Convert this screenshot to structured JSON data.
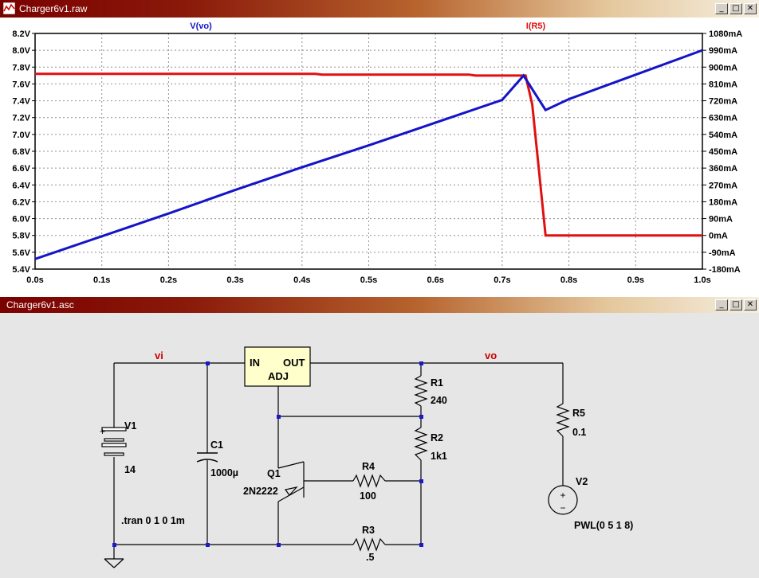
{
  "plot_window": {
    "title": "Charger6v1.raw",
    "buttons": {
      "minimize": "_",
      "maximize": "□",
      "close": "✕"
    }
  },
  "schematic_window": {
    "title": "Charger6v1.asc",
    "buttons": {
      "minimize": "_",
      "maximize": "□",
      "close": "✕"
    }
  },
  "colors": {
    "vo_trace": "#1414c8",
    "ir5_trace": "#e01010",
    "net_label": "#cc0000",
    "wire": "#000000",
    "junction": "#1a1acc"
  },
  "chart_data": {
    "type": "line",
    "title": "",
    "xlabel": "",
    "x_ticks": [
      "0.0s",
      "0.1s",
      "0.2s",
      "0.3s",
      "0.4s",
      "0.5s",
      "0.6s",
      "0.7s",
      "0.8s",
      "0.9s",
      "1.0s"
    ],
    "xlim": [
      0,
      1.0
    ],
    "y_left": {
      "ticks": [
        "8.2V",
        "8.0V",
        "7.8V",
        "7.6V",
        "7.4V",
        "7.2V",
        "7.0V",
        "6.8V",
        "6.6V",
        "6.4V",
        "6.2V",
        "6.0V",
        "5.8V",
        "5.6V",
        "5.4V"
      ],
      "lim": [
        5.4,
        8.2
      ]
    },
    "y_right": {
      "ticks": [
        "1080mA",
        "990mA",
        "900mA",
        "810mA",
        "720mA",
        "630mA",
        "540mA",
        "450mA",
        "360mA",
        "270mA",
        "180mA",
        "90mA",
        "0mA",
        "-90mA",
        "-180mA"
      ],
      "lim": [
        -180,
        1080
      ]
    },
    "grid": true,
    "series": [
      {
        "name": "V(vo)",
        "axis": "left",
        "color": "#1414c8",
        "x": [
          0.0,
          0.1,
          0.2,
          0.3,
          0.4,
          0.5,
          0.6,
          0.7,
          0.732,
          0.765,
          0.8,
          0.9,
          1.0
        ],
        "y": [
          5.52,
          5.79,
          6.06,
          6.34,
          6.61,
          6.87,
          7.14,
          7.41,
          7.7,
          7.29,
          7.42,
          7.71,
          8.0
        ]
      },
      {
        "name": "I(R5)",
        "axis": "right",
        "color": "#e01010",
        "x": [
          0.0,
          0.42,
          0.43,
          0.65,
          0.66,
          0.735,
          0.745,
          0.765,
          0.8,
          1.0
        ],
        "y": [
          864,
          864,
          860,
          860,
          855,
          855,
          700,
          0,
          0,
          0
        ]
      }
    ]
  },
  "schematic": {
    "nets": {
      "vi": "vi",
      "vo": "vo"
    },
    "components": {
      "regulator": {
        "in": "IN",
        "out": "OUT",
        "adj": "ADJ"
      },
      "v1": {
        "name": "V1",
        "value": "14",
        "plus": "+"
      },
      "c1": {
        "name": "C1",
        "value": "1000µ"
      },
      "q1": {
        "name": "Q1",
        "value": "2N2222"
      },
      "r1": {
        "name": "R1",
        "value": "240"
      },
      "r2": {
        "name": "R2",
        "value": "1k1"
      },
      "r3": {
        "name": "R3",
        "value": ".5"
      },
      "r4": {
        "name": "R4",
        "value": "100"
      },
      "r5": {
        "name": "R5",
        "value": "0.1"
      },
      "v2": {
        "name": "V2",
        "value": "PWL(0 5 1 8)",
        "plus": "+",
        "minus": "−"
      }
    },
    "directive": ".tran 0 1 0 1m"
  }
}
